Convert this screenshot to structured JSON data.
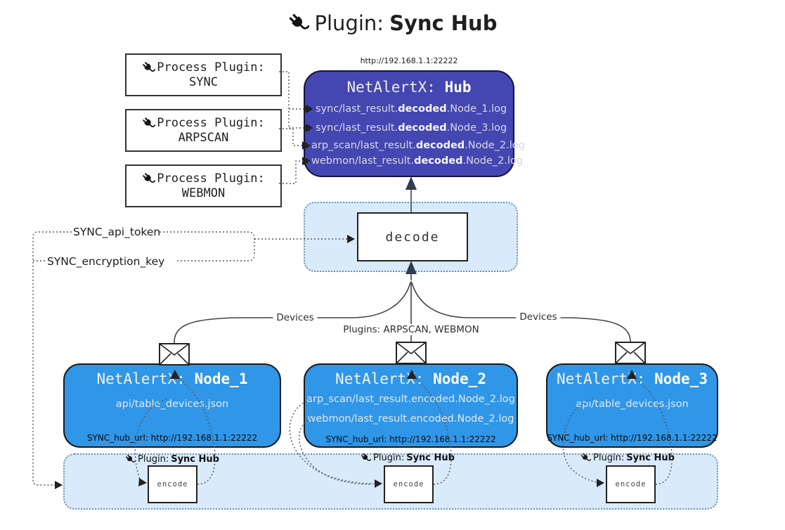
{
  "title": {
    "prefix": "Plugin:",
    "name": "Sync Hub"
  },
  "hub": {
    "url": "http://192.168.1.1:22222",
    "name_prefix": "NetAlertX:",
    "name": "Hub",
    "logs": [
      {
        "pre": "sync/last_result.",
        "mid": "decoded",
        "post": ".Node_1.log"
      },
      {
        "pre": "sync/last_result.",
        "mid": "decoded",
        "post": ".Node_3.log"
      },
      {
        "pre": "arp_scan/last_result.",
        "mid": "decoded",
        "post": ".Node_2.log"
      },
      {
        "pre": "webmon/last_result.",
        "mid": "decoded",
        "post": ".Node_2.log"
      }
    ]
  },
  "process_plugins": [
    {
      "label": "Process Plugin:",
      "name": "SYNC"
    },
    {
      "label": "Process Plugin:",
      "name": "ARPSCAN"
    },
    {
      "label": "Process Plugin:",
      "name": "WEBMON"
    }
  ],
  "decode": {
    "label": "decode"
  },
  "encode": {
    "label": "encode"
  },
  "tokens": {
    "api_token": "SYNC_api_token",
    "encryption_key": "SYNC_encryption_key"
  },
  "edge_labels": {
    "devices_left": "Devices",
    "devices_right": "Devices",
    "plugins_center": "Plugins: ARPSCAN, WEBMON"
  },
  "nodes": [
    {
      "name_prefix": "NetAlertX:",
      "name": "Node_1",
      "files": [
        "api/table_devices.json"
      ],
      "hub_url": "SYNC_hub_url: http://192.168.1.1:22222"
    },
    {
      "name_prefix": "NetAlertX:",
      "name": "Node_2",
      "files": [
        "arp_scan/last_result.encoded.Node_2.log",
        "webmon/last_result.encoded.Node_2.log"
      ],
      "hub_url": "SYNC_hub_url: http://192.168.1.1:22222"
    },
    {
      "name_prefix": "NetAlertX:",
      "name": "Node_3",
      "files": [
        "api/table_devices.json"
      ],
      "hub_url": "SYNC_hub_url: http://192.168.1.1:22222"
    }
  ],
  "strip_label": {
    "prefix": "Plugin:",
    "name": "Sync Hub"
  },
  "icons": {
    "plug": "plug-icon",
    "envelope": "envelope-icon",
    "arrow": "arrowhead"
  },
  "colors": {
    "hub_bg": "#4446b2",
    "node_bg": "#2f96e8",
    "zone_bg": "#d9eafb",
    "zone_border": "#7193b5",
    "line": "#444444",
    "arrow_dark": "#2f3e4e",
    "text_light": "#e4e9ee"
  }
}
